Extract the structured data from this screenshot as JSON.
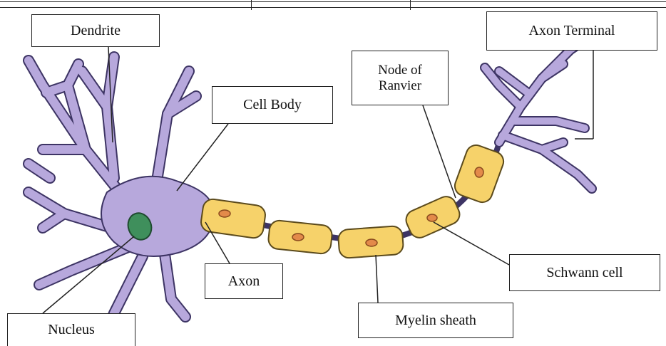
{
  "labels": {
    "dendrite": "Dendrite",
    "axon_terminal": "Axon Terminal",
    "node_of_ranvier": "Node of Ranvier",
    "cell_body": "Cell Body",
    "axon": "Axon",
    "schwann_cell": "Schwann cell",
    "myelin_sheath": "Myelin sheath",
    "nucleus": "Nucleus"
  },
  "colors": {
    "neuron": "#b7a8dc",
    "neuron_outline": "#3d3464",
    "myelin": "#f6d26a",
    "myelin_outline": "#5b4a1c",
    "schwann_nucleus": "#e38a4a",
    "cell_nucleus": "#3f8f5c",
    "line": "#222222"
  }
}
